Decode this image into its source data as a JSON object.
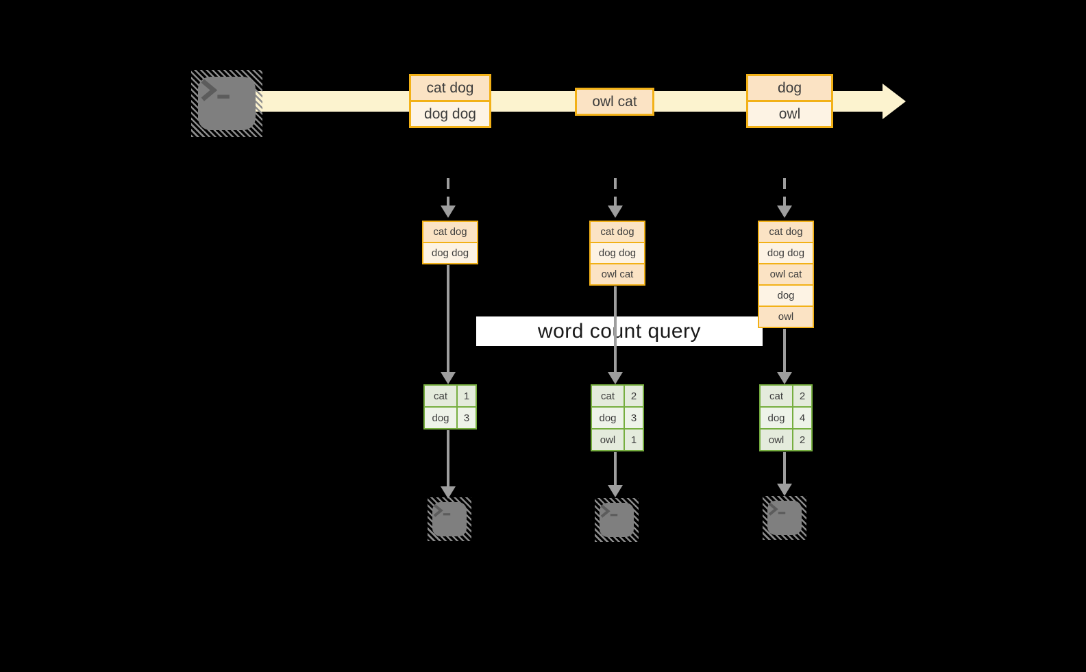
{
  "colors": {
    "gold": "#F2B117",
    "peach": "#FBE3C4",
    "cream": "#FDF3E4",
    "band": "#FCF3CF",
    "arrow": "#9E9E9E",
    "terminal": "#7F7F7F",
    "terminal_hatch": "#8C8C8C",
    "terminal_glyph": "#5C5C5C",
    "green": "#76AE3F",
    "green_cell_dark": "#E4EBDC",
    "green_cell_light": "#EEF3E9",
    "ink": "#3C3C3C",
    "label_bg": "#FFFFFF",
    "label_ink": "#1A1A1A"
  },
  "stream": {
    "source_icon": "terminal-icon",
    "batches": [
      {
        "items": [
          "cat dog",
          "dog dog"
        ]
      },
      {
        "items": [
          "owl cat"
        ]
      },
      {
        "items": [
          "dog",
          "owl"
        ]
      }
    ]
  },
  "query_label": "word count query",
  "columns": [
    {
      "state": [
        "cat dog",
        "dog dog"
      ],
      "counts": [
        {
          "word": "cat",
          "value": "1"
        },
        {
          "word": "dog",
          "value": "3"
        }
      ]
    },
    {
      "state": [
        "cat dog",
        "dog dog",
        "owl cat"
      ],
      "counts": [
        {
          "word": "cat",
          "value": "2"
        },
        {
          "word": "dog",
          "value": "3"
        },
        {
          "word": "owl",
          "value": "1"
        }
      ]
    },
    {
      "state": [
        "cat dog",
        "dog dog",
        "owl cat",
        "dog",
        "owl"
      ],
      "counts": [
        {
          "word": "cat",
          "value": "2"
        },
        {
          "word": "dog",
          "value": "4"
        },
        {
          "word": "owl",
          "value": "2"
        }
      ]
    }
  ]
}
